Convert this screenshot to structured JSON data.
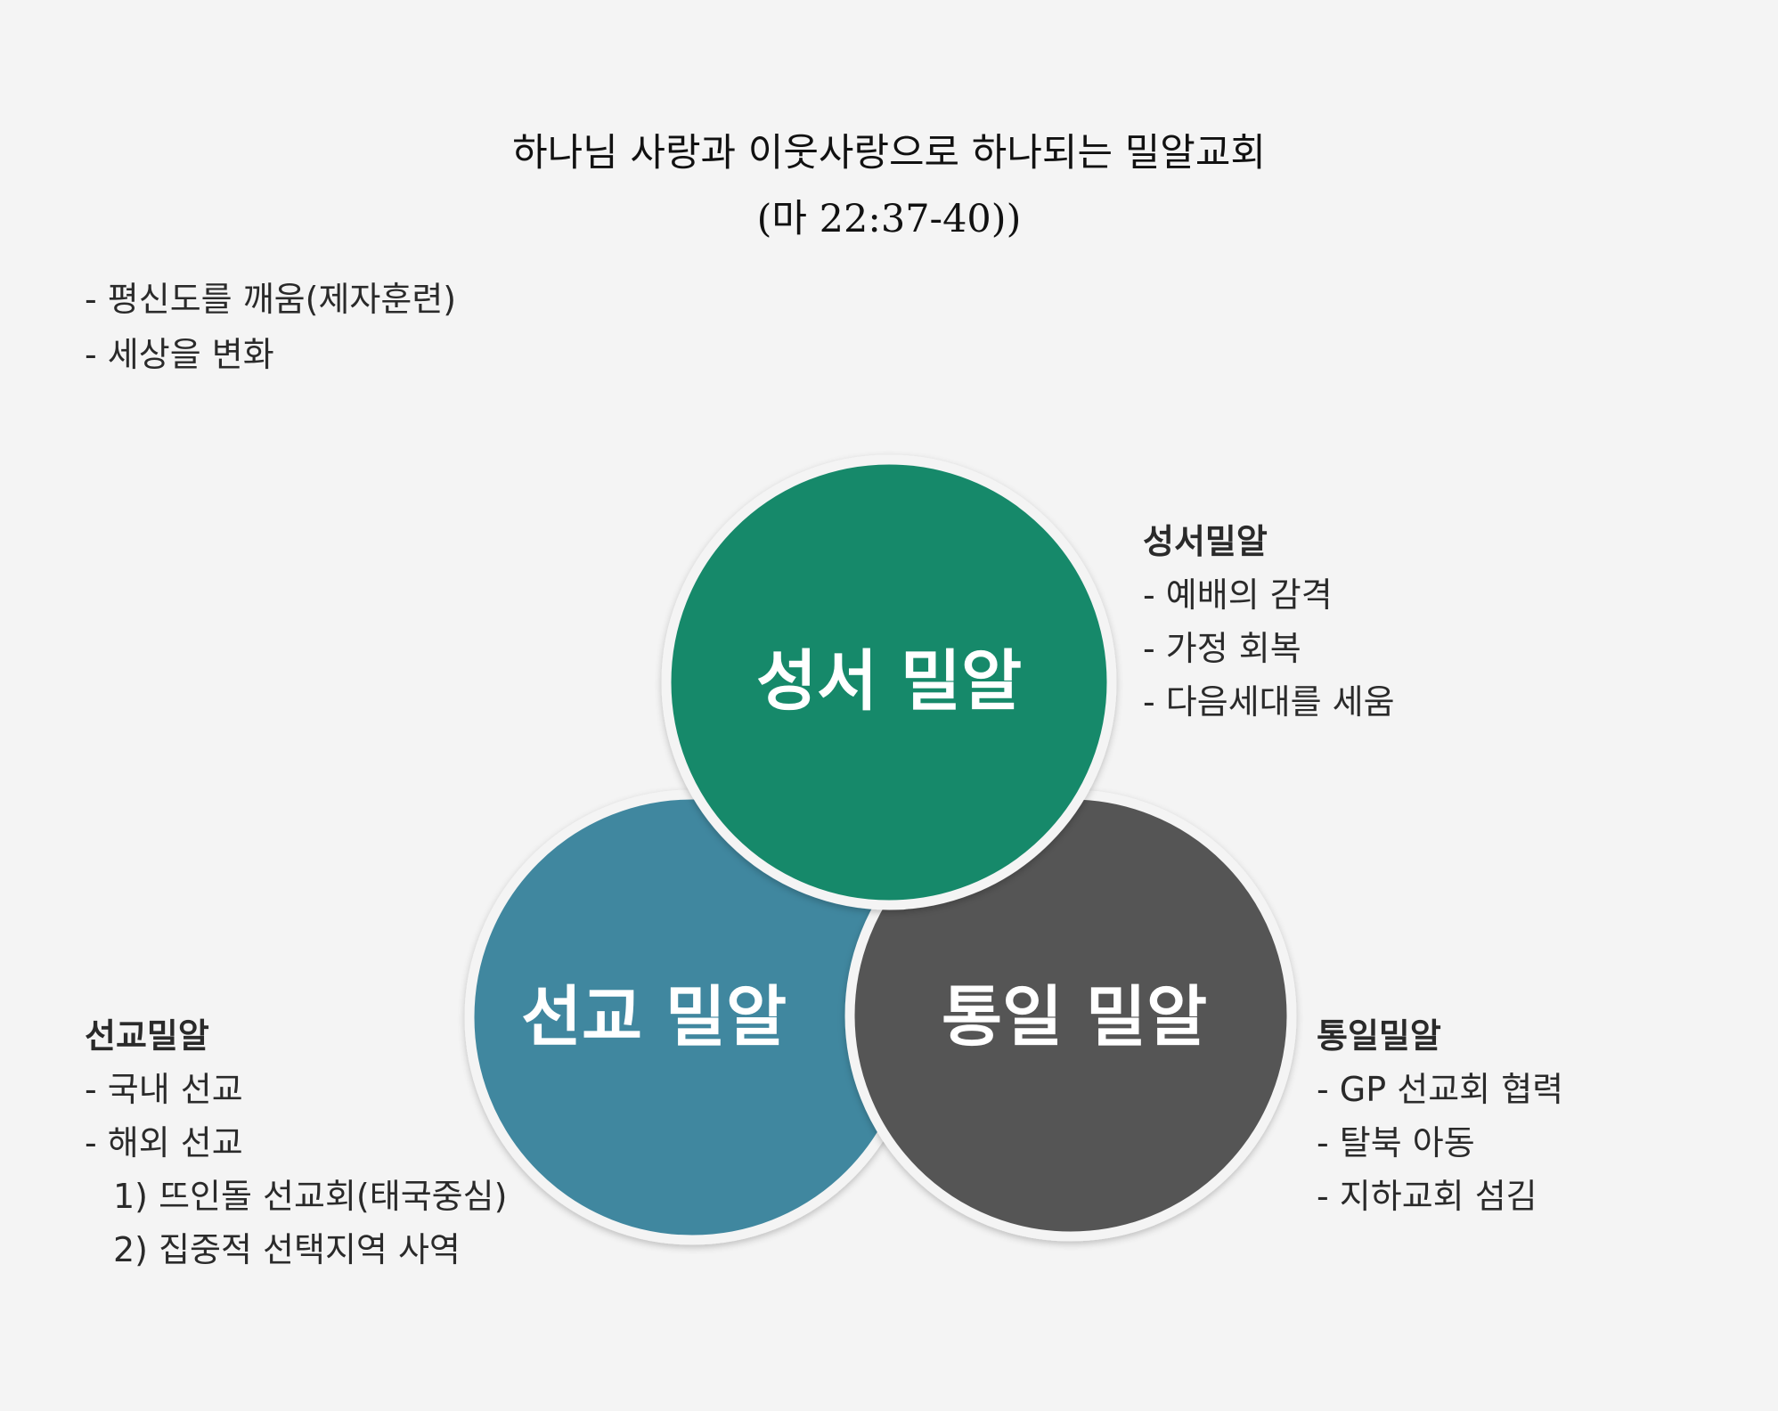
{
  "title": {
    "line1": "하나님 사랑과 이웃사랑으로 하나되는 밀알교회",
    "line2": "(마 22:37-40))"
  },
  "intro": {
    "items": [
      "- 평신도를 깨움(제자훈련)",
      "- 세상을 변화"
    ]
  },
  "circles": {
    "bible": {
      "label": "성서 밀알",
      "color": "#17896a"
    },
    "mission": {
      "label": "선교 밀알",
      "color": "#3f879f"
    },
    "unification": {
      "label": "통일 밀알",
      "color": "#545454"
    }
  },
  "bible_list": {
    "heading": "성서밀알",
    "items": [
      "- 예배의 감격",
      "- 가정 회복",
      "- 다음세대를 세움"
    ]
  },
  "mission_list": {
    "heading": "선교밀알",
    "items": [
      "- 국내 선교",
      "- 해외 선교"
    ],
    "subitems": [
      "1) 뜨인돌 선교회(태국중심)",
      "2) 집중적 선택지역 사역"
    ]
  },
  "unification_list": {
    "heading": "통일밀알",
    "items": [
      "- GP 선교회 협력",
      "- 탈북 아동",
      "- 지하교회 섬김"
    ]
  }
}
